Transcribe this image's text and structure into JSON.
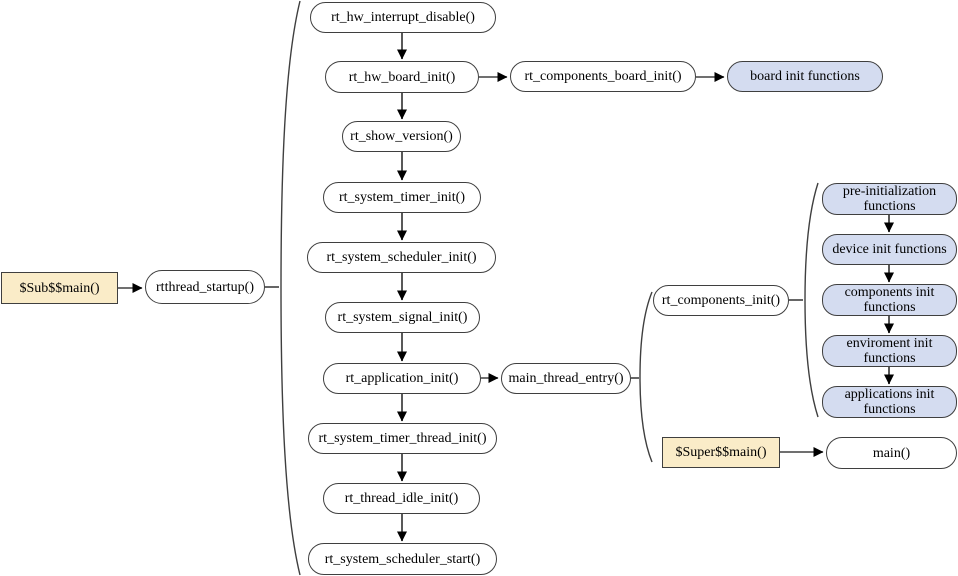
{
  "colors": {
    "background": "#ffffff",
    "node_border": "#3f3f3f",
    "node_fill": "#ffffff",
    "entry_node_fill": "#faecc8",
    "group_node_fill": "#d4dcf0",
    "connector_line": "#595959",
    "arrowhead": "#000000"
  },
  "entry": {
    "sub_main": "$Sub$$main()",
    "rtthread_startup": "rtthread_startup()"
  },
  "startup_sequence": [
    "rt_hw_interrupt_disable()",
    "rt_hw_board_init()",
    "rt_show_version()",
    "rt_system_timer_init()",
    "rt_system_scheduler_init()",
    "rt_system_signal_init()",
    "rt_application_init()",
    "rt_system_timer_thread_init()",
    "rt_thread_idle_init()",
    "rt_system_scheduler_start()"
  ],
  "board_branch": {
    "rt_components_board_init": "rt_components_board_init()",
    "board_init_functions": "board init functions"
  },
  "application_branch": {
    "main_thread_entry": "main_thread_entry()",
    "rt_components_init": "rt_components_init()",
    "super_main": "$Super$$main()",
    "main": "main()"
  },
  "components_init_groups": [
    "pre-initialization functions",
    "device init functions",
    "components init functions",
    "enviroment init functions",
    "applications init functions"
  ]
}
